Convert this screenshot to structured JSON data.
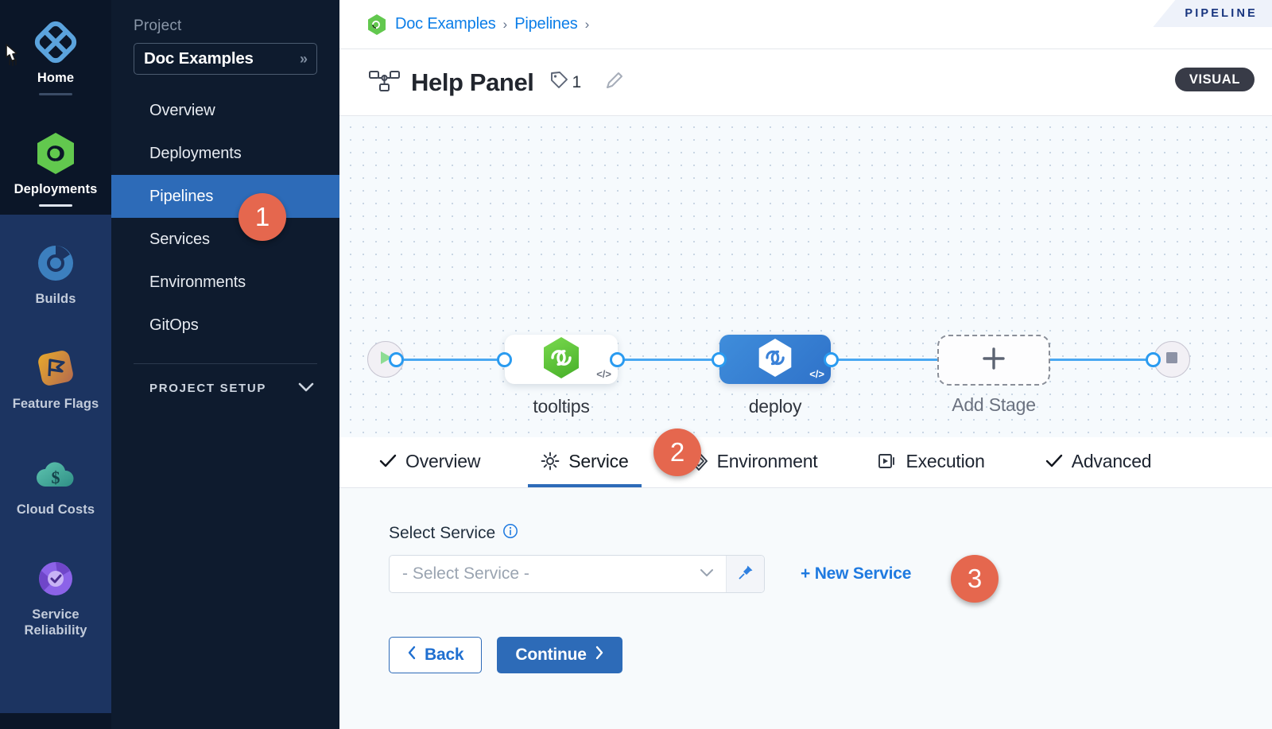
{
  "colors": {
    "accent_blue": "#2d6bb8",
    "link_blue": "#0c7ee8",
    "badge_orange": "#e5674e",
    "rail_dark": "#0b1628",
    "rail_blue": "#1c3461",
    "sidebar_dark": "#0e1b2e",
    "canvas_bg": "#f6fafd",
    "wire_blue": "#49a8f2"
  },
  "rail": {
    "items": [
      {
        "label": "Home",
        "icon": "home-diamond-icon",
        "active": true
      },
      {
        "label": "Deployments",
        "icon": "deployments-hexagon-icon",
        "active": true
      },
      {
        "label": "Builds",
        "icon": "builds-icon",
        "active": false
      },
      {
        "label": "Feature Flags",
        "icon": "feature-flags-icon",
        "active": false
      },
      {
        "label": "Cloud Costs",
        "icon": "cloud-costs-icon",
        "active": false
      },
      {
        "label": "Service Reliability",
        "icon": "service-reliability-icon",
        "active": false
      }
    ]
  },
  "project_nav": {
    "section_label": "Project",
    "selected_project": "Doc Examples",
    "expand_icon": "chevron-double-right-icon",
    "items": [
      {
        "label": "Overview",
        "active": false
      },
      {
        "label": "Deployments",
        "active": false
      },
      {
        "label": "Pipelines",
        "active": true
      },
      {
        "label": "Services",
        "active": false
      },
      {
        "label": "Environments",
        "active": false
      },
      {
        "label": "GitOps",
        "active": false
      }
    ],
    "setup_label": "PROJECT SETUP",
    "setup_icon": "chevron-down-icon"
  },
  "breadcrumb": {
    "project_icon": "harness-hexagon-icon",
    "items": [
      "Doc Examples",
      "Pipelines"
    ],
    "separator": "›",
    "trailing_separator": "›"
  },
  "corner_banner": {
    "label": "PIPELINE"
  },
  "header": {
    "pipeline_icon": "pipeline-nodes-icon",
    "title": "Help Panel",
    "tag_icon": "tag-icon",
    "tag_count": "1",
    "edit_icon": "pencil-icon",
    "mode_badge": "VISUAL"
  },
  "canvas": {
    "start_node_icon": "play-icon",
    "end_node_icon": "stop-square-icon",
    "add_stage_icon": "plus-icon",
    "stages": [
      {
        "name": "tooltips",
        "type": "deployment",
        "style": "white",
        "icon": "harness-hexagon-icon",
        "code_icon": "code-brackets-icon"
      },
      {
        "name": "deploy",
        "type": "deployment",
        "style": "blue-selected",
        "icon": "harness-hexagon-icon",
        "code_icon": "code-brackets-icon"
      }
    ],
    "add_stage_label": "Add Stage"
  },
  "tabs": [
    {
      "label": "Overview",
      "icon": "check-icon",
      "active": false
    },
    {
      "label": "Service",
      "icon": "gear-icon",
      "active": true
    },
    {
      "label": "Environment",
      "icon": "layers-diamond-icon",
      "active": false
    },
    {
      "label": "Execution",
      "icon": "play-box-icon",
      "active": false
    },
    {
      "label": "Advanced",
      "icon": "check-icon",
      "active": false
    }
  ],
  "form": {
    "field_label": "Select Service",
    "info_icon": "info-icon",
    "select_placeholder": "- Select Service -",
    "select_chevron": "chevron-down-icon",
    "pin_icon": "pin-icon",
    "new_service_label": "+ New Service",
    "back_label": "Back",
    "back_icon": "chevron-left-icon",
    "continue_label": "Continue",
    "continue_icon": "chevron-right-icon"
  },
  "step_badges": [
    {
      "number": "1",
      "target": "pipelines-nav-item"
    },
    {
      "number": "2",
      "target": "service-tab"
    },
    {
      "number": "3",
      "target": "new-service-link"
    }
  ]
}
